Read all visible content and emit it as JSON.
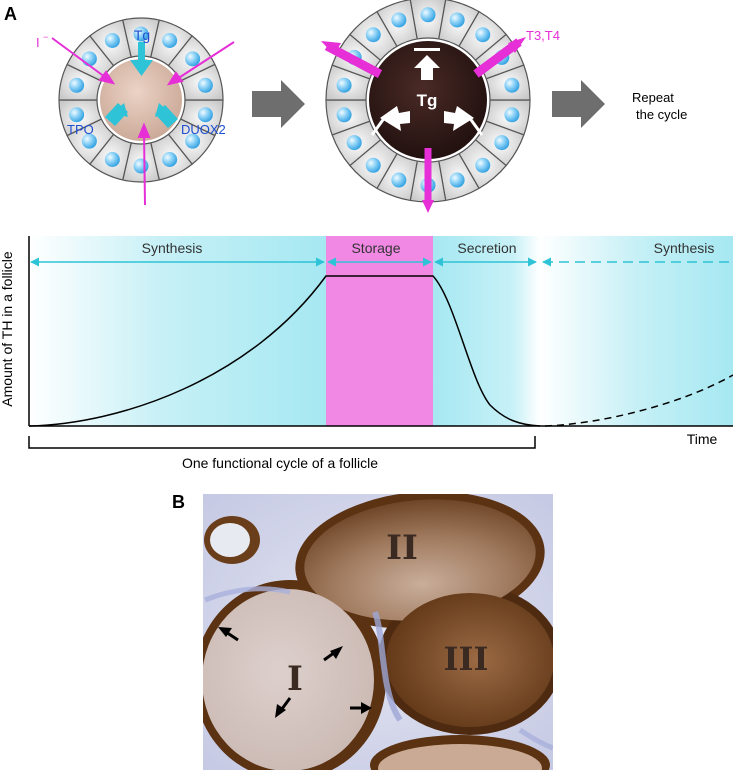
{
  "panel_a": {
    "label": "A",
    "follicle_left": {
      "iodide_label": "I",
      "iodide_sup": "−",
      "tg_label": "Tg",
      "tpo_label": "TPO",
      "duox_label": "DUOX2"
    },
    "follicle_right": {
      "tg_label": "Tg",
      "hormone_label": "T3,T4"
    },
    "repeat_text": [
      "Repeat",
      "the cycle"
    ],
    "timeline": {
      "phases": [
        "Synthesis",
        "Storage",
        "Secretion",
        "Synthesis"
      ],
      "y_axis_label": "Amount of TH in a follicle",
      "x_axis_label": "Time",
      "cycle_label": "One functional cycle of a follicle"
    }
  },
  "panel_b": {
    "label": "B",
    "follicle_labels": [
      "I",
      "II",
      "III"
    ]
  },
  "colors": {
    "magenta": "#e62fd6",
    "cyan": "#2ec3d6",
    "blue_text": "#1f4fd0",
    "storage_pink": "#f088e4",
    "grey_arrow": "#6e6e6e"
  }
}
